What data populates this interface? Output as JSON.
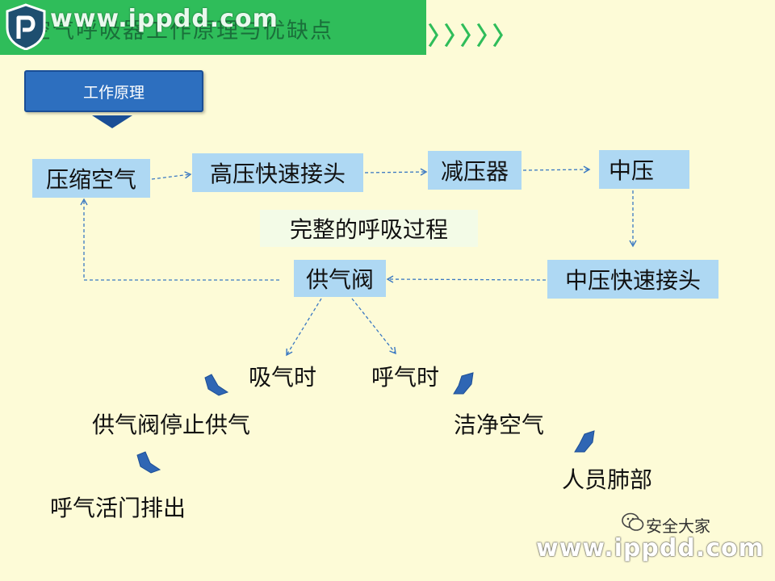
{
  "header": {
    "title": "空气呼吸器工作原理与优缺点",
    "chevrons": "〉〉〉〉〉",
    "watermark": "www.ippdd.com"
  },
  "principle_label": "工作原理",
  "nodes": {
    "compressed_air": "压缩空气",
    "hp_coupler": "高压快速接头",
    "reducer": "减压器",
    "medium_pressure": "中压",
    "mp_coupler": "中压快速接头",
    "supply_valve": "供气阀",
    "process": "完整的呼吸过程"
  },
  "branches": {
    "inhale": "吸气时",
    "exhale": "呼气时",
    "valve_stop": "供气阀停止供气",
    "exhaust_valve": "呼气活门排出",
    "clean_air": "洁净空气",
    "lungs": "人员肺部"
  },
  "footer": {
    "wechat_caption": "安全大家",
    "watermark": "www.ippdd.com"
  },
  "colors": {
    "background": "#fdfbd7",
    "header_green": "#2fbd5a",
    "box_blue": "#aed8f3",
    "label_blue": "#2d6fbf",
    "arrow_blue": "#3a78c2"
  }
}
